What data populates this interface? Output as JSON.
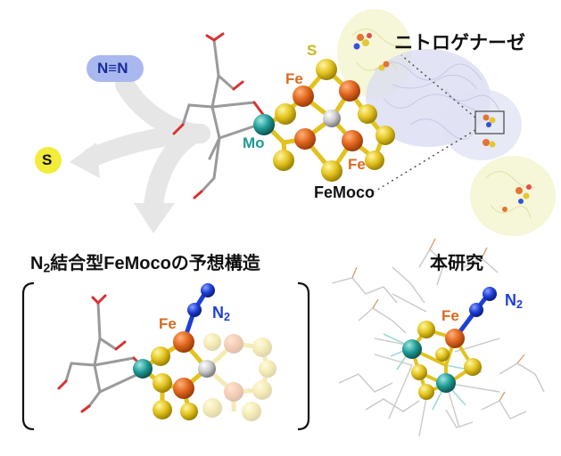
{
  "labels": {
    "n2_molecule": "N≡N",
    "s_released": "S",
    "enzyme_name": "ニトロゲナーゼ",
    "cofactor_name": "FeMoco",
    "atom_s": "S",
    "atom_fe_top": "Fe",
    "atom_fe_bottom": "Fe",
    "atom_mo": "Mo",
    "predicted_title_n": "N",
    "predicted_title_sub": "2",
    "predicted_title_rest": "結合型FeMocoの予想構造",
    "predicted_fe": "Fe",
    "predicted_n": "N",
    "predicted_n_sub": "2",
    "study_title": "本研究",
    "study_fe": "Fe",
    "study_n": "N",
    "study_n_sub": "2"
  },
  "colors": {
    "fe": "#d96a1e",
    "s": "#e2c21e",
    "mo": "#1f9a96",
    "n": "#1d3fd6",
    "carbon_metal": "#c8c8c8",
    "n2_bubble": "#a9b8ee",
    "s_bubble": "#f2ec3a",
    "arrow": "#e3e3e3"
  }
}
